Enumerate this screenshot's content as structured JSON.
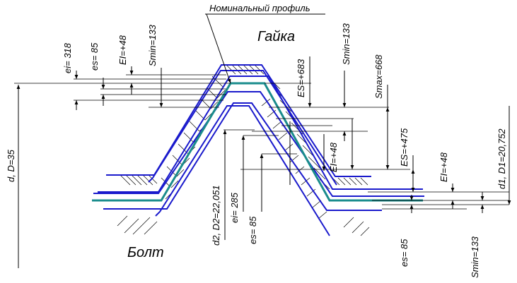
{
  "diagram": {
    "title_label": "Номинальный профиль",
    "nut_label": "Гайка",
    "bolt_label": "Болт",
    "colors": {
      "tolerance_profile": "#1a1acc",
      "nominal_profile": "#1a8c8c",
      "dimension_lines": "#000000",
      "background": "#ffffff"
    },
    "dimensions": {
      "d_D": "d, D=35",
      "ei_top": "ei= 318",
      "es_top": "es= 85",
      "EI_top": "EI=+48",
      "Smin_top": "Smin=133",
      "ES_nut_top": "ES=+683",
      "Smin_right": "Smin=133",
      "Smax": "Smax=668",
      "EI_middle": "EI=+48",
      "ES_middle": "ES=+475",
      "EI_right": "EI=+48",
      "d1_D1": "d1, D1=20,752",
      "d2_D2": "d2, D2=22,051",
      "ei_bottom": "ei= 285",
      "es_bottom": "es= 85",
      "es_right_bottom": "es= 85",
      "Smin_bottom": "Smin=133"
    }
  }
}
